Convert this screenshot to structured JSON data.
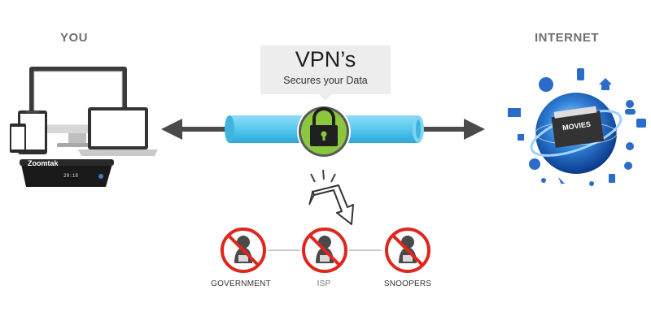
{
  "labels": {
    "left_endpoint": "YOU",
    "right_endpoint": "INTERNET"
  },
  "callout": {
    "title": "VPN’s",
    "subtitle": "Secures your Data"
  },
  "entities": [
    {
      "label": "GOVERNMENT"
    },
    {
      "label": "ISP"
    },
    {
      "label": "SNOOPERS"
    }
  ],
  "device_texts": {
    "box_brand": "Zoomtak",
    "box_display": "20:18"
  },
  "internet_texts": {
    "movies": "MOVIES"
  },
  "colors": {
    "tunnel": "#58c8ef",
    "lock_bg": "#8cc63e",
    "no_sign": "#e0261c",
    "arrow": "#4a4a4a"
  }
}
